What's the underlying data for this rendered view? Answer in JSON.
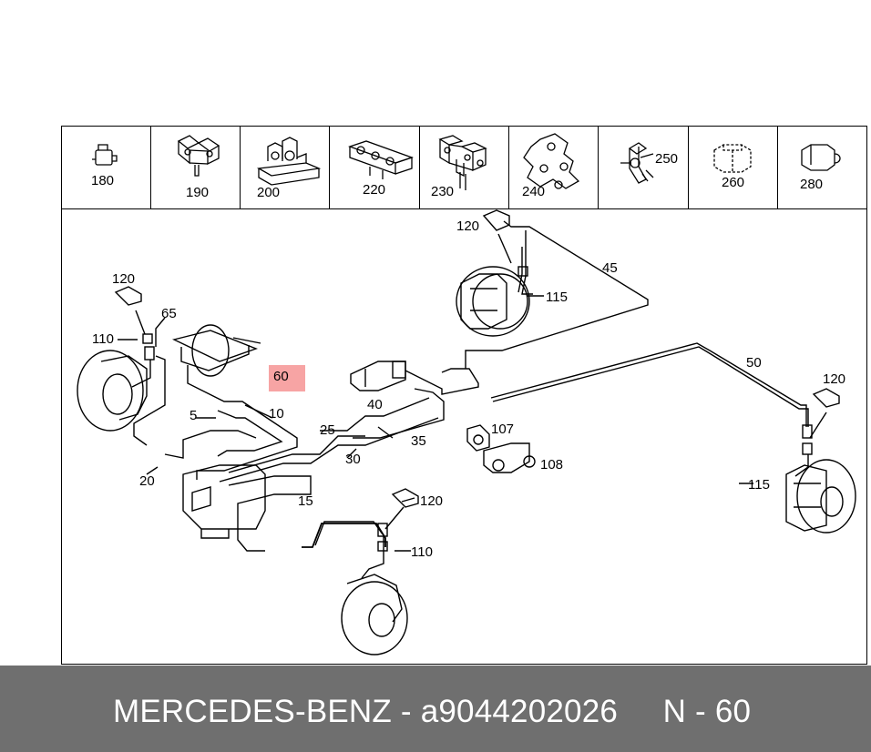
{
  "parts_strip": [
    {
      "number": "180",
      "icon": "clip-icon"
    },
    {
      "number": "190",
      "icon": "double-clip-icon"
    },
    {
      "number": "200",
      "icon": "bracket-holder-icon"
    },
    {
      "number": "220",
      "icon": "triple-clip-icon"
    },
    {
      "number": "230",
      "icon": "multi-clip-icon"
    },
    {
      "number": "240",
      "icon": "cross-holder-icon"
    },
    {
      "number": "250",
      "icon": "pipe-clamp-icon"
    },
    {
      "number": "260",
      "icon": "spring-clip-icon"
    },
    {
      "number": "280",
      "icon": "cap-clip-icon"
    }
  ],
  "callouts": {
    "c120_top": "120",
    "c45": "45",
    "c115_top": "115",
    "c120_left": "120",
    "c65": "65",
    "c110_left": "110",
    "c10": "10",
    "c5": "5",
    "c25": "25",
    "c40": "40",
    "c35": "35",
    "c30": "30",
    "c107": "107",
    "c108": "108",
    "c50": "50",
    "c120_right": "120",
    "c115_right": "115",
    "c20": "20",
    "c15": "15",
    "c120_bottom": "120",
    "c110_bottom": "110"
  },
  "highlight": {
    "label": "60",
    "color": "#f05a5a"
  },
  "footer": {
    "brand": "MERCEDES-BENZ",
    "separator": "-",
    "part_number": "a9044202026",
    "position_label": "N - 60",
    "background": "#6f6f6f"
  }
}
